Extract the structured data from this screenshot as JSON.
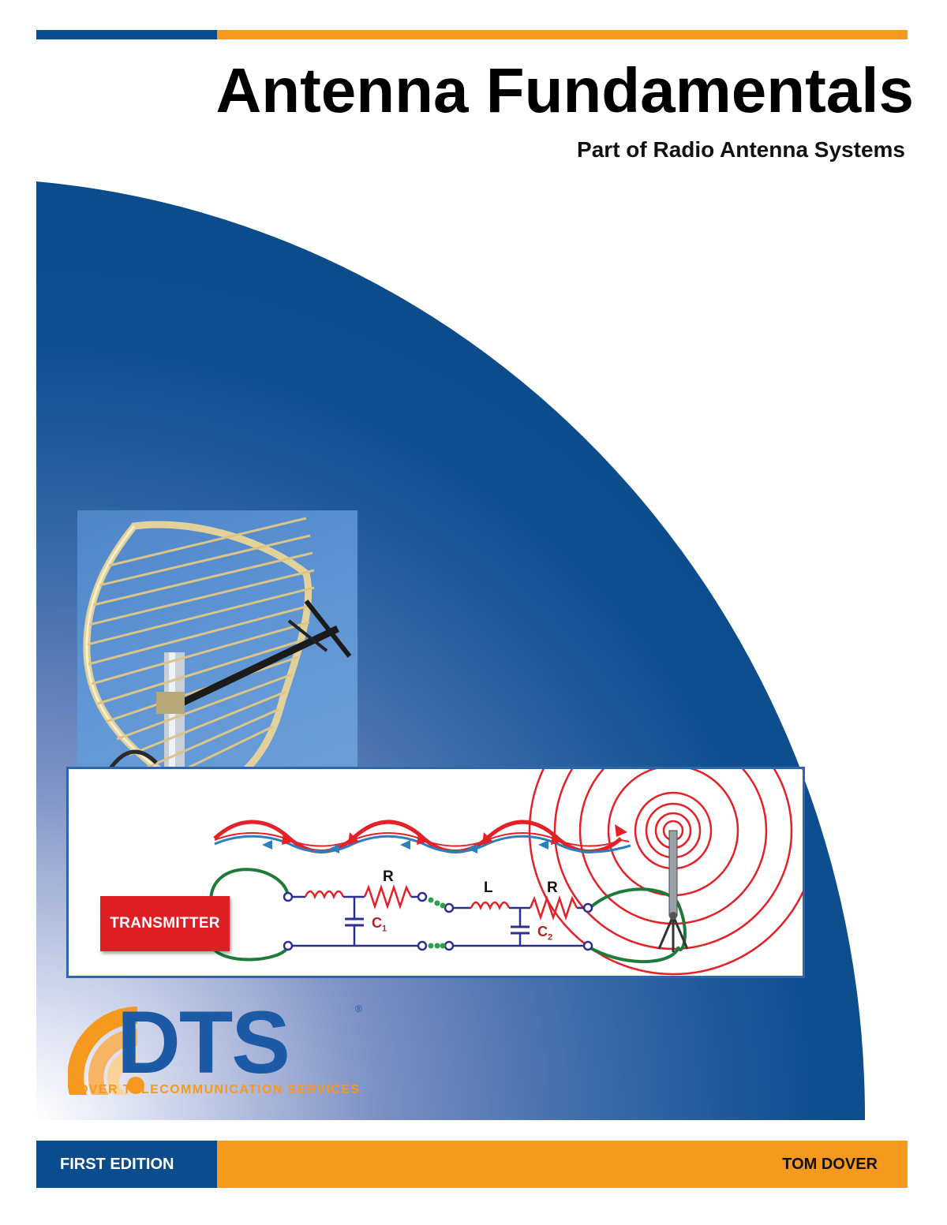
{
  "cover": {
    "title": "Antenna Fundamentals",
    "subtitle": "Part of Radio Antenna Systems",
    "edition": "FIRST EDITION",
    "author": "TOM DOVER"
  },
  "diagram": {
    "transmitter_label": "TRANSMITTER",
    "label_r1": "R",
    "label_l": "L",
    "label_r2": "R",
    "label_c1": "C",
    "label_c1_sub": "1",
    "label_c2": "C",
    "label_c2_sub": "2"
  },
  "logo": {
    "text": "DTS",
    "registered": "®",
    "tagline": "DOVER TELECOMMUNICATION SERVICES"
  },
  "colors": {
    "brand_blue": "#0b4c8c",
    "brand_orange": "#f5991f",
    "transmitter_red": "#df1f26",
    "wave_red": "#e32127",
    "wave_blue": "#2a7fc0",
    "wire_green": "#1f7a3a",
    "circuit_navy": "#2b2f8f"
  },
  "icons": [
    "antenna-photo",
    "circuit-diagram",
    "radio-wave-icon",
    "dts-logo-arc-icon"
  ]
}
